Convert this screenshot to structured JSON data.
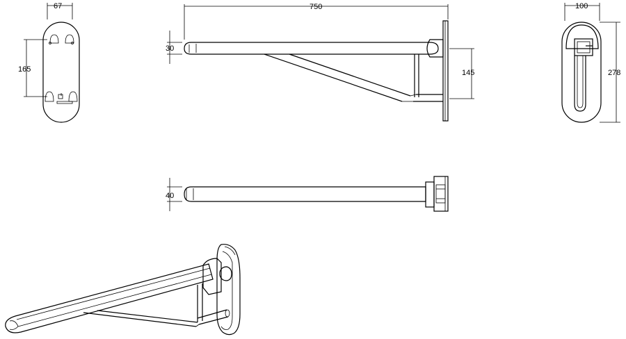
{
  "dimensions": {
    "plate_width": "67",
    "plate_hole_spacing": "165",
    "overall_length": "750",
    "tube_diameter_side": "30",
    "bracket_height": "145",
    "cap_width": "100",
    "plate_height": "278",
    "tube_diameter_top": "40"
  },
  "colors": {
    "line": "#000000",
    "background": "#ffffff"
  }
}
